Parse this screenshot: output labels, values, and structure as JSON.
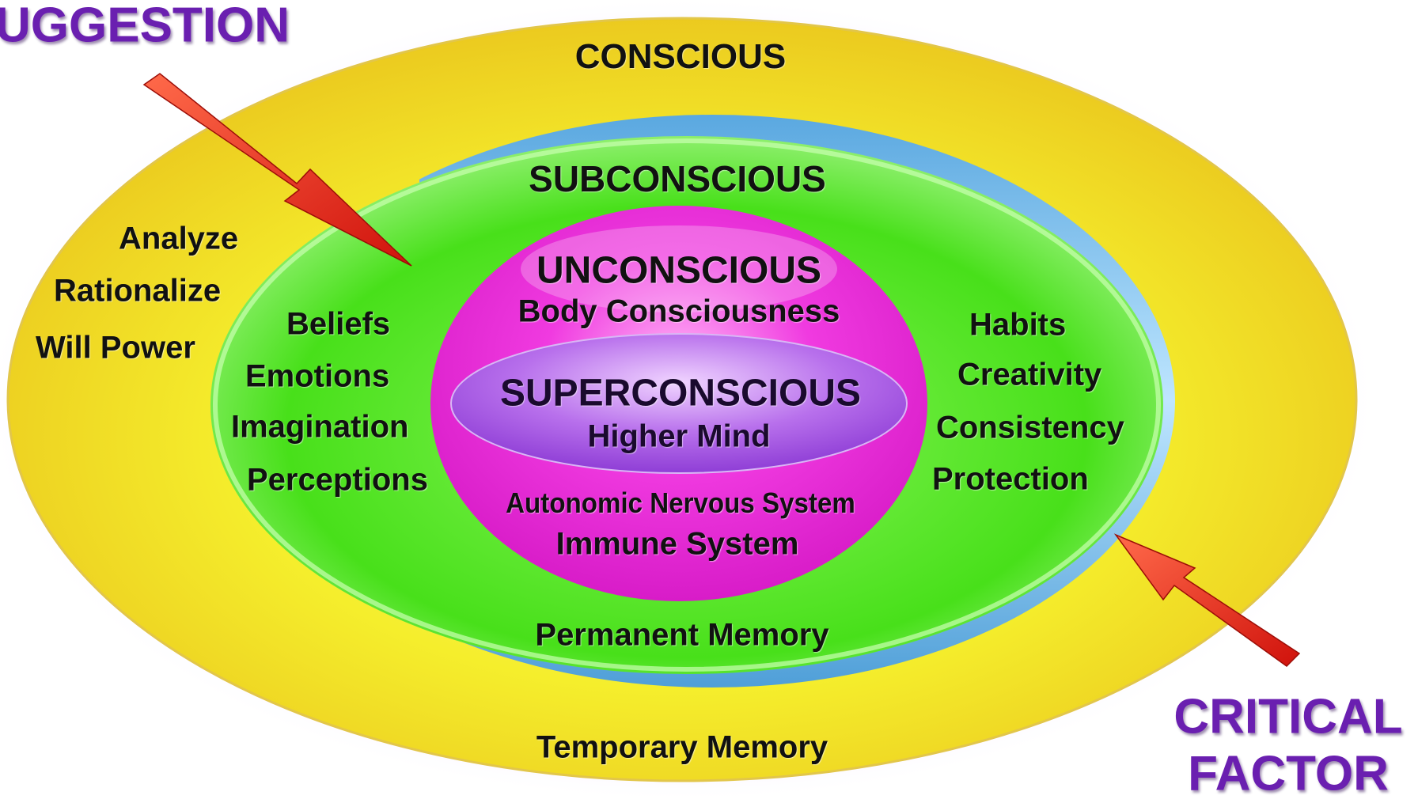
{
  "layers": {
    "conscious": {
      "title": "CONSCIOUS",
      "functions": [
        "Analyze",
        "Rationalize",
        "Will Power"
      ],
      "memory": "Temporary Memory",
      "color": "#f2e61a"
    },
    "subconscious": {
      "title": "SUBCONSCIOUS",
      "left_items": [
        "Beliefs",
        "Emotions",
        "Imagination",
        "Perceptions"
      ],
      "right_items": [
        "Habits",
        "Creativity",
        "Consistency",
        "Protection"
      ],
      "memory": "Permanent Memory",
      "color": "#4fe21c",
      "rim_color": "#7ec7f0"
    },
    "unconscious": {
      "title": "UNCONSCIOUS",
      "subtitle": "Body Consciousness",
      "systems": [
        "Autonomic Nervous System",
        "Immune System"
      ],
      "color": "#ee2bd8"
    },
    "superconscious": {
      "title": "SUPERCONSCIOUS",
      "subtitle": "Higher Mind",
      "color": "#b06ae6"
    }
  },
  "callouts": {
    "suggestion": "UGGESTION",
    "critical_factor": [
      "CRITICAL",
      "FACTOR"
    ],
    "arrow_color": "#e8221a",
    "text_color": "#6a1fb0"
  }
}
